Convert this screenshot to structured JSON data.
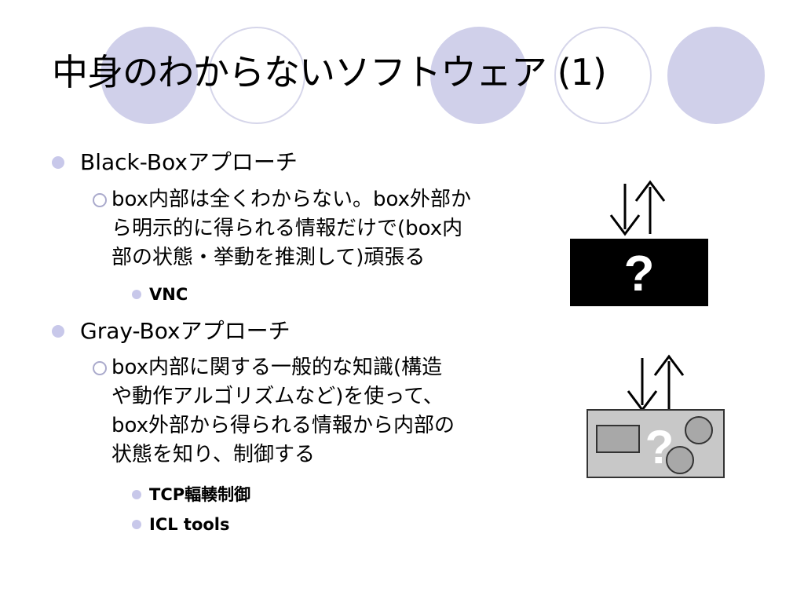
{
  "slide": {
    "title": "中身のわからないソフトウェア (1)",
    "sections": [
      {
        "heading": "Black-Boxアプローチ",
        "detail_lines": [
          "box内部は全くわからない。box外部か",
          "ら明示的に得られる情報だけで(box内",
          "部の状態・挙動を推測して)頑張る"
        ],
        "examples": [
          "VNC"
        ]
      },
      {
        "heading": "Gray-Boxアプローチ",
        "detail_lines": [
          "box内部に関する一般的な知識(構造",
          "や動作アルゴリズムなど)を使って、",
          "box外部から得られる情報から内部の",
          "状態を知り、制御する"
        ],
        "examples": [
          "TCP輻輳制御",
          "ICL tools"
        ]
      }
    ],
    "black_box_figure": {
      "label": "?"
    },
    "gray_box_figure": {
      "label": "?"
    }
  },
  "colors": {
    "decor_circle": "#d0d0ea",
    "black_box": "#000000",
    "gray_box": "#c8c8c8",
    "bullet": "#c8c8ea"
  }
}
